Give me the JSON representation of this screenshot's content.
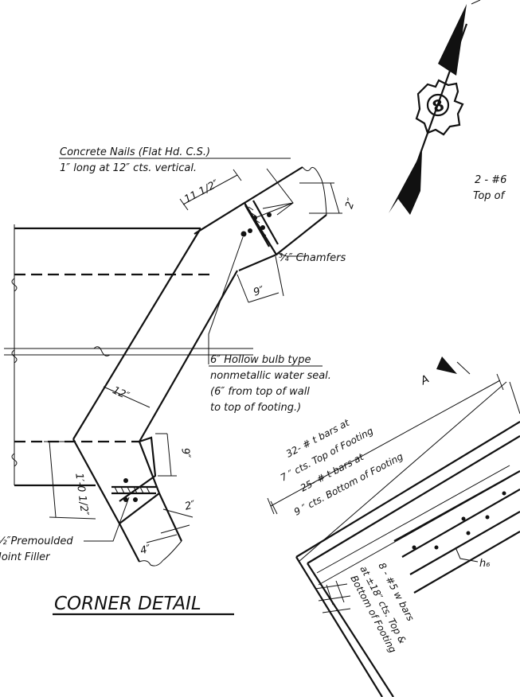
{
  "notes": {
    "nails_line1": "Concrete Nails (Flat Hd. C.S.)",
    "nails_line2": "1″ long at 12″ cts. vertical.",
    "chamfers": "¾″ Chamfers",
    "seal_line1": "6″ Hollow bulb type",
    "seal_line2": "nonmetallic water seal.",
    "seal_line3": "(6″ from top of wall",
    "seal_line4": "to top of footing.)",
    "filler_line1": "½″Premoulded",
    "filler_line2": "Joint Filler",
    "top_right_line1": "2 - #6",
    "top_right_line2": "Top of"
  },
  "dimensions": {
    "d_11_half": "11 1/2″",
    "d_2_top": "2″",
    "d_9_top": "9″",
    "d_12": "12″",
    "d_9_lower": "9″",
    "d_1_0_half": "1′-0 1/2″",
    "d_2_lower": "2″",
    "d_4": "4″"
  },
  "title": "CORNER DETAIL",
  "north_marker": {
    "symbol": "8"
  },
  "footing": {
    "section_marker": "A",
    "bars_top_line1": "32- #  t bars at",
    "bars_top_line2": "7 ″ cts. Top of Footing",
    "bars_bot_line1": "25- #  t bars at",
    "bars_bot_line2": "9 ″ cts. Bottom of Footing",
    "w_bars_line1": "8 - #5 w bars",
    "w_bars_line2": "at ±18″ cts. Top &",
    "w_bars_line3": "Bottom of Footing",
    "h6_label": "h₆"
  }
}
